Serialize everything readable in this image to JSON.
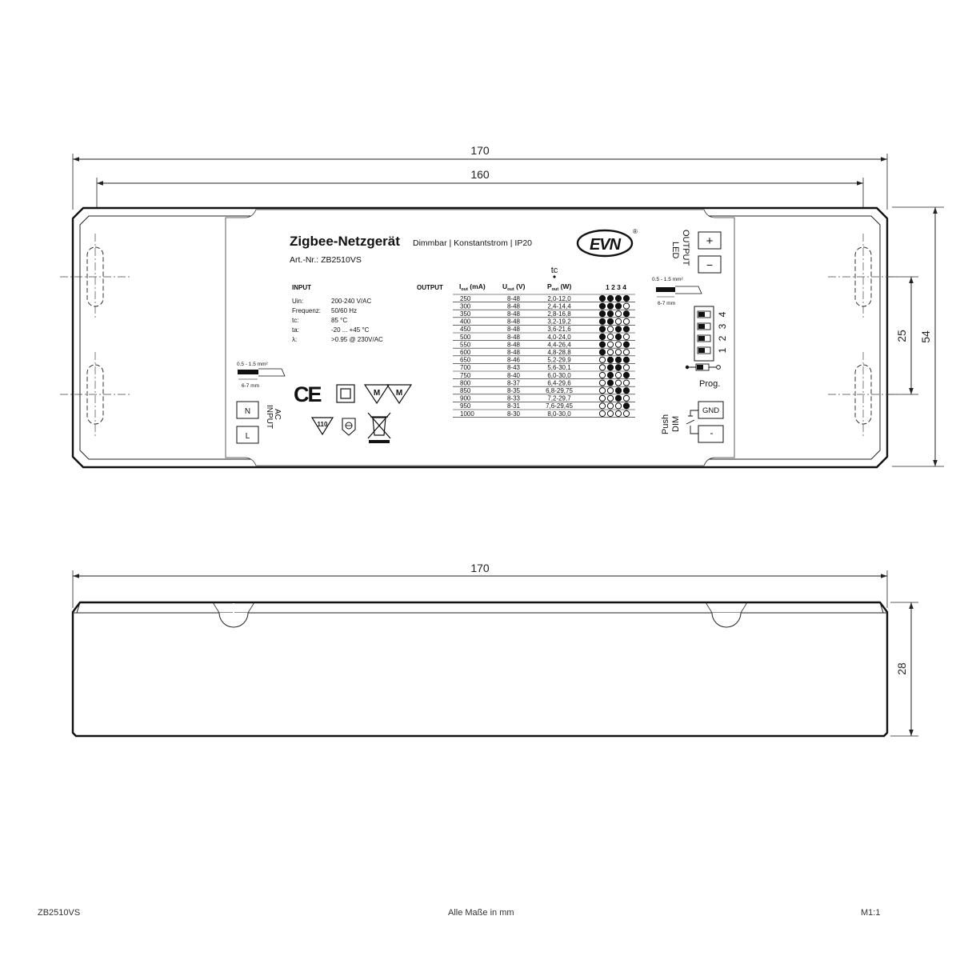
{
  "dimensions": {
    "top_width_outer": "170",
    "top_width_inner": "160",
    "top_height_outer": "54",
    "top_height_inner": "25",
    "side_width": "170",
    "side_height": "28"
  },
  "label": {
    "title": "Zigbee-Netzgerät",
    "subtitle": "Dimmbar | Konstantstrom | IP20",
    "article": "Art.-Nr.: ZB2510VS",
    "brand": "EVN",
    "input_heading": "INPUT",
    "output_heading": "OUTPUT",
    "tc_label": "tc",
    "input_specs": [
      {
        "key": "Uin:",
        "value": "200-240 V/AC"
      },
      {
        "key": "Frequenz:",
        "value": "50/60 Hz"
      },
      {
        "key": "tc:",
        "value": "85 °C"
      },
      {
        "key": "ta:",
        "value": "-20 ... +45 °C"
      },
      {
        "key": "λ:",
        "value": ">0.95 @ 230V/AC"
      }
    ],
    "columns": {
      "iout": "I",
      "iout_sub": "out",
      "iout_unit": " (mA)",
      "uout": "U",
      "uout_sub": "out",
      "uout_unit": " (V)",
      "pout": "P",
      "pout_sub": "out",
      "pout_unit": " (W)",
      "switches": "1 2 3 4"
    },
    "rows": [
      {
        "i": "250",
        "u": "8-48",
        "p": "2,0-12,0",
        "sw": [
          1,
          1,
          1,
          1
        ]
      },
      {
        "i": "300",
        "u": "8-48",
        "p": "2,4-14,4",
        "sw": [
          1,
          1,
          1,
          0
        ]
      },
      {
        "i": "350",
        "u": "8-48",
        "p": "2,8-16,8",
        "sw": [
          1,
          1,
          0,
          1
        ]
      },
      {
        "i": "400",
        "u": "8-48",
        "p": "3,2-19,2",
        "sw": [
          1,
          1,
          0,
          0
        ]
      },
      {
        "i": "450",
        "u": "8-48",
        "p": "3,6-21,6",
        "sw": [
          1,
          0,
          1,
          1
        ]
      },
      {
        "i": "500",
        "u": "8-48",
        "p": "4,0-24,0",
        "sw": [
          1,
          0,
          1,
          0
        ]
      },
      {
        "i": "550",
        "u": "8-48",
        "p": "4,4-26,4",
        "sw": [
          1,
          0,
          0,
          1
        ]
      },
      {
        "i": "600",
        "u": "8-48",
        "p": "4,8-28,8",
        "sw": [
          1,
          0,
          0,
          0
        ]
      },
      {
        "i": "650",
        "u": "8-46",
        "p": "5,2-29,9",
        "sw": [
          0,
          1,
          1,
          1
        ]
      },
      {
        "i": "700",
        "u": "8-43",
        "p": "5,6-30,1",
        "sw": [
          0,
          1,
          1,
          0
        ]
      },
      {
        "i": "750",
        "u": "8-40",
        "p": "6,0-30,0",
        "sw": [
          0,
          1,
          0,
          1
        ]
      },
      {
        "i": "800",
        "u": "8-37",
        "p": "6,4-29,6",
        "sw": [
          0,
          1,
          0,
          0
        ]
      },
      {
        "i": "850",
        "u": "8-35",
        "p": "6,8-29,75",
        "sw": [
          0,
          0,
          1,
          1
        ]
      },
      {
        "i": "900",
        "u": "8-33",
        "p": "7,2-29,7",
        "sw": [
          0,
          0,
          1,
          0
        ]
      },
      {
        "i": "950",
        "u": "8-31",
        "p": "7,6-29,45",
        "sw": [
          0,
          0,
          0,
          1
        ]
      },
      {
        "i": "1000",
        "u": "8-30",
        "p": "8,0-30,0",
        "sw": [
          0,
          0,
          0,
          0
        ]
      }
    ],
    "wire_spec": "0.5 - 1.5 mm²",
    "strip_length": "6-7 mm",
    "ac_input": {
      "line1": "AC",
      "line2": "INPUT",
      "n": "N",
      "l": "L"
    },
    "led_output": {
      "line1": "LED",
      "line2": "OUTPUT",
      "plus": "+",
      "minus": "−"
    },
    "dip_numbers": [
      "4",
      "3",
      "2",
      "1"
    ],
    "prog": "Prog.",
    "push_dim": {
      "line1": "Push",
      "line2": "DIM",
      "gnd": "GND"
    },
    "symbols": {
      "ce": "CE",
      "temp": "110",
      "m": "M"
    }
  },
  "footer": {
    "left": "ZB2510VS",
    "center": "Alle Maße in mm",
    "right": "M1:1"
  }
}
